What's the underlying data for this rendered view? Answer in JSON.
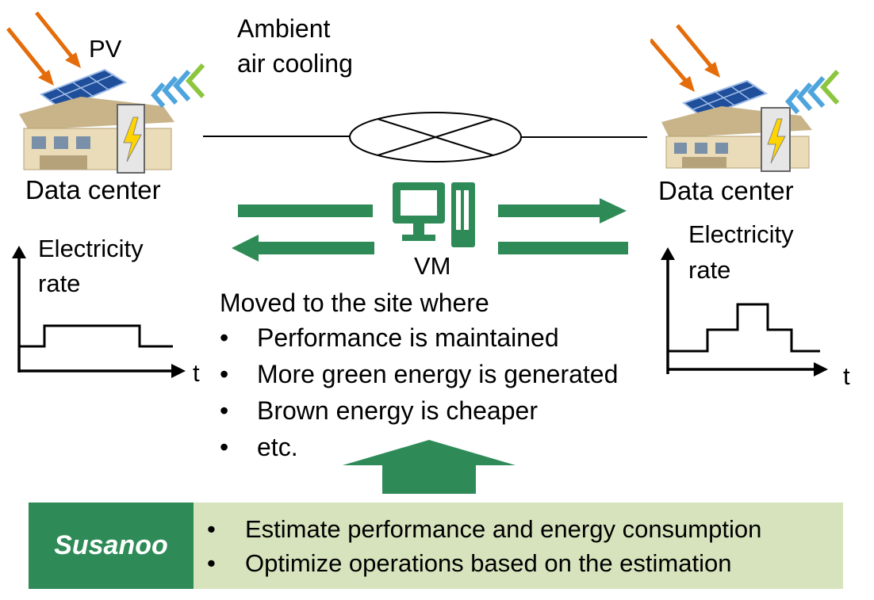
{
  "colors": {
    "green_dark": "#2e8b57",
    "green_light_box": "#d6e3bc",
    "sun_arrow": "#e46c0a",
    "wave_blue": "#4ea4dc",
    "wave_green": "#8cc63f",
    "panel_blue": "#1f4e9a"
  },
  "left_site": {
    "pv_label": "PV",
    "data_center_label": "Data center",
    "rate_label_line1": "Electricity",
    "rate_label_line2": "rate",
    "t_label": "t"
  },
  "right_site": {
    "data_center_label": "Data center",
    "rate_label_line1": "Electricity",
    "rate_label_line2": "rate",
    "t_label": "t"
  },
  "network": {
    "ambient_line1": "Ambient",
    "ambient_line2": "air cooling"
  },
  "vm": {
    "label": "VM",
    "icon": "computer-icon"
  },
  "move": {
    "heading": "Moved to the site where",
    "items": [
      "Performance is maintained",
      "More green energy is generated",
      "Brown energy is cheaper",
      "etc."
    ]
  },
  "susanoo": {
    "name": "Susanoo",
    "items": [
      "Estimate performance and energy consumption",
      "Optimize operations based on the estimation"
    ]
  }
}
